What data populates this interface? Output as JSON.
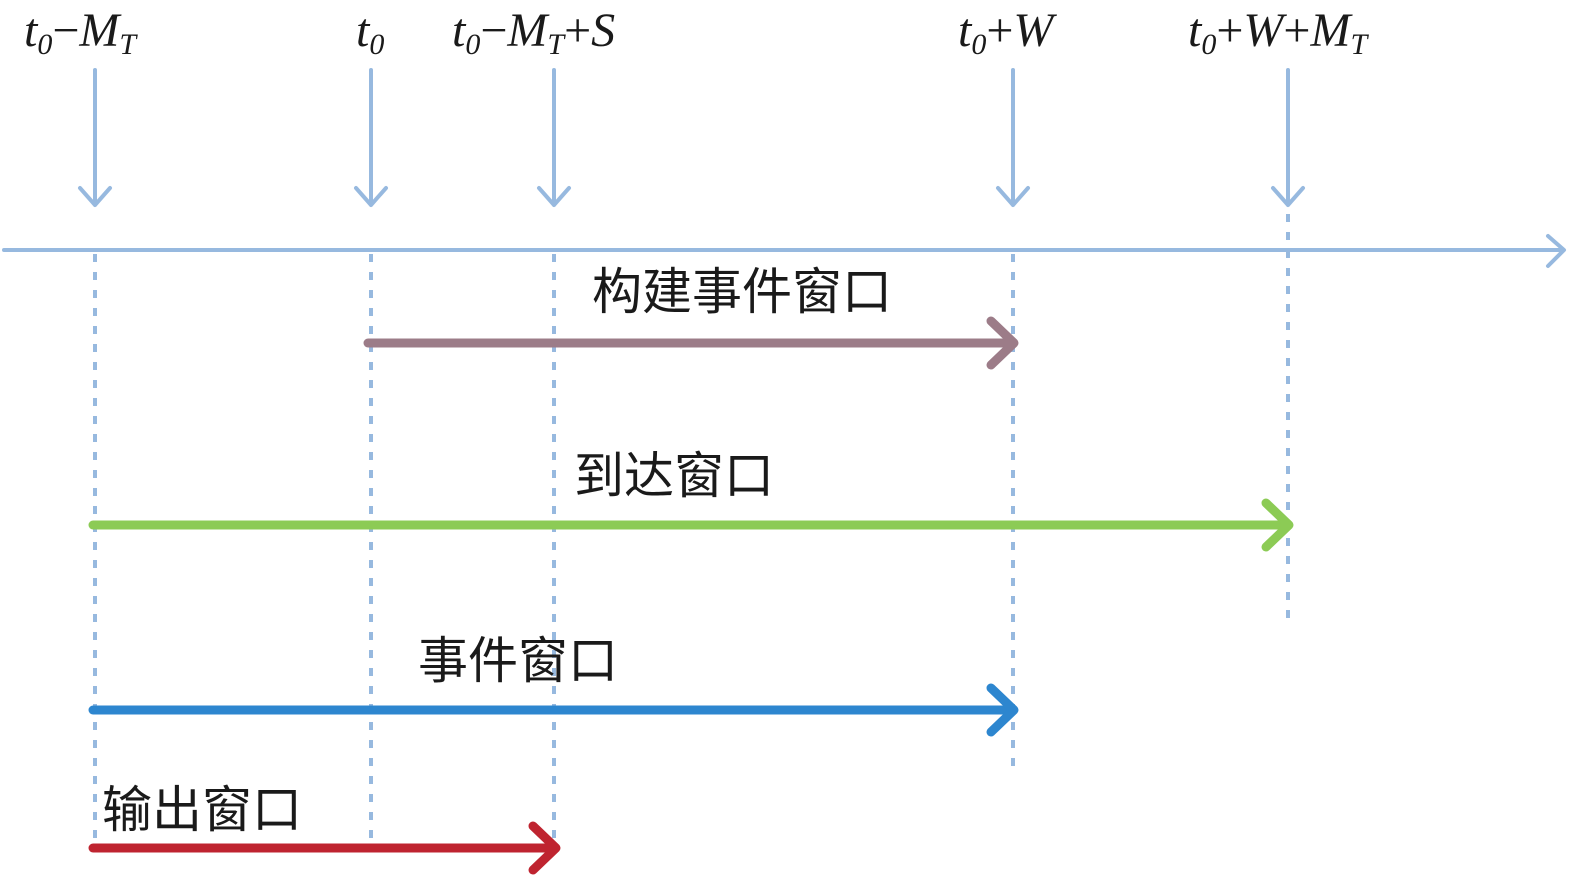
{
  "colors": {
    "axis": "#97b9df",
    "guide": "#97b9df",
    "build_window": "#9c7c88",
    "arrival_window": "#8ccb55",
    "event_window": "#2d86cf",
    "output_window": "#bf2430"
  },
  "ticks": [
    {
      "id": "t0-minus-mt",
      "base": "t",
      "sub": "0",
      "rest": [
        {
          "t": "−",
          "op": true
        },
        {
          "t": "M"
        }
      ],
      "tail_sub": "T"
    },
    {
      "id": "t0",
      "base": "t",
      "sub": "0",
      "rest": [],
      "tail_sub": ""
    },
    {
      "id": "t0-minus-mt-plus-s",
      "base": "t",
      "sub": "0",
      "rest": [
        {
          "t": "−",
          "op": true
        },
        {
          "t": "M"
        }
      ],
      "tail_sub": "T",
      "after": [
        {
          "t": "+",
          "op": true
        },
        {
          "t": "S"
        }
      ]
    },
    {
      "id": "t0-plus-w",
      "base": "t",
      "sub": "0",
      "rest": [
        {
          "t": "+",
          "op": true
        },
        {
          "t": "W"
        }
      ],
      "tail_sub": ""
    },
    {
      "id": "t0-plus-w-plus-mt",
      "base": "t",
      "sub": "0",
      "rest": [
        {
          "t": "+",
          "op": true
        },
        {
          "t": "W"
        },
        {
          "t": "+",
          "op": true
        },
        {
          "t": "M"
        }
      ],
      "tail_sub": "T"
    }
  ],
  "windows": {
    "build": "构建事件窗口",
    "arrival": "到达窗口",
    "event": "事件窗口",
    "output": "输出窗口"
  }
}
